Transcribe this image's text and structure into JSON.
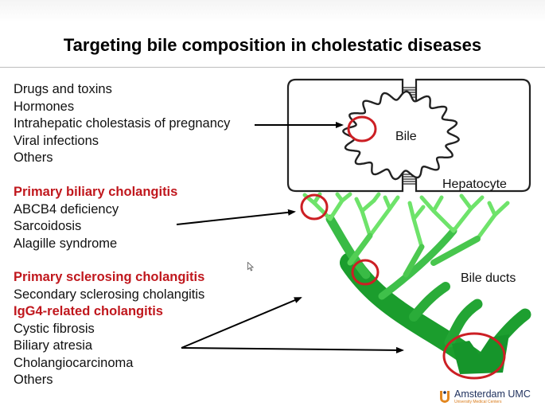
{
  "slide": {
    "title": "Targeting bile composition in cholestatic diseases"
  },
  "groups": [
    {
      "items": [
        {
          "text": "Drugs and toxins",
          "highlight": false
        },
        {
          "text": "Hormones",
          "highlight": false
        },
        {
          "text": "Intrahepatic cholestasis of pregnancy",
          "highlight": false
        },
        {
          "text": "Viral infections",
          "highlight": false
        },
        {
          "text": "Others",
          "highlight": false
        }
      ]
    },
    {
      "items": [
        {
          "text": "Primary biliary cholangitis",
          "highlight": true
        },
        {
          "text": "ABCB4 deficiency",
          "highlight": false
        },
        {
          "text": "Sarcoidosis",
          "highlight": false
        },
        {
          "text": "Alagille syndrome",
          "highlight": false
        }
      ]
    },
    {
      "items": [
        {
          "text": "Primary sclerosing cholangitis",
          "highlight": true
        },
        {
          "text": "Secondary sclerosing cholangitis",
          "highlight": false
        },
        {
          "text": "IgG4-related cholangitis",
          "highlight": true
        },
        {
          "text": "Cystic fibrosis",
          "highlight": false
        },
        {
          "text": "Biliary atresia",
          "highlight": false
        },
        {
          "text": "Cholangiocarcinoma",
          "highlight": false
        },
        {
          "text": "Others",
          "highlight": false
        }
      ]
    }
  ],
  "diagram": {
    "bile_label": "Bile",
    "hepatocyte_label": "Hepatocyte",
    "ducts_label": "Bile ducts"
  },
  "logo": {
    "name": "Amsterdam UMC",
    "subtitle": "University Medical Centers"
  },
  "colors": {
    "highlight_text": "#c0171d",
    "circle": "#cc1f24",
    "duct_light": "#6ee36a",
    "duct_dark": "#139a2a"
  },
  "icons": {
    "logo": "amsterdam-umc-logo-icon",
    "cursor": "mouse-cursor-icon"
  }
}
